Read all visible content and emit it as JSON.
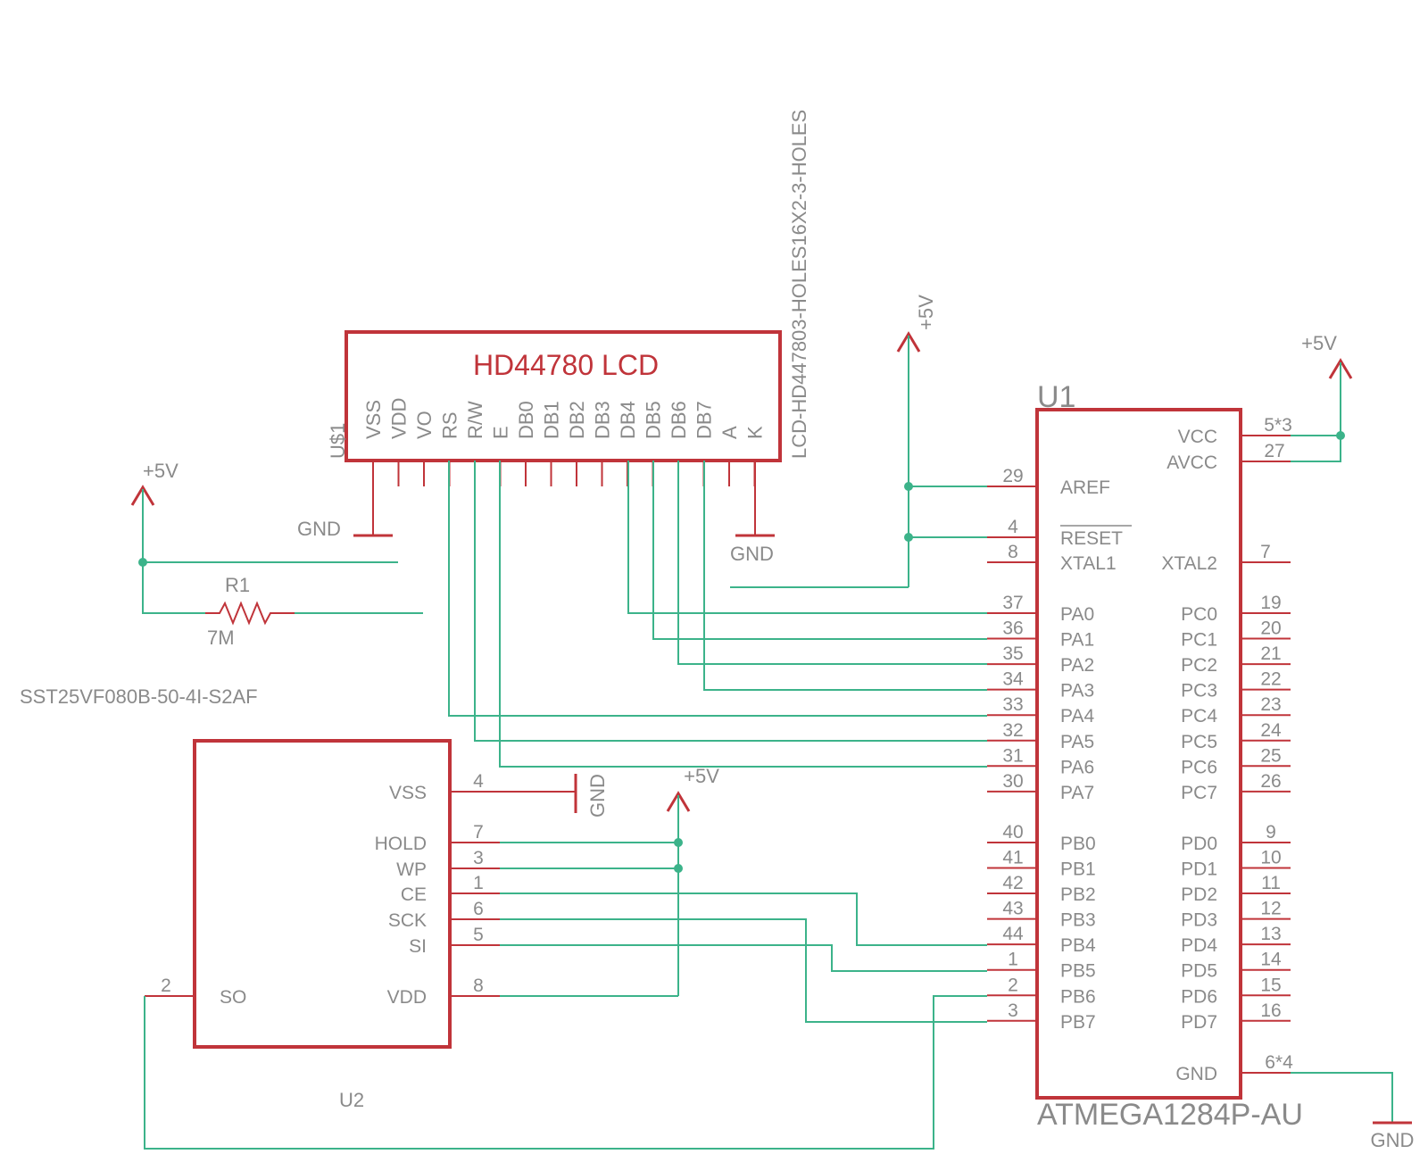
{
  "lcd": {
    "title": "HD44780 LCD",
    "refdes": "U$1",
    "part": "LCD-HD447803-HOLES16X2-3-HOLES",
    "pins": [
      "VSS",
      "VDD",
      "VO",
      "RS",
      "R/W",
      "E",
      "DB0",
      "DB1",
      "DB2",
      "DB3",
      "DB4",
      "DB5",
      "DB6",
      "DB7",
      "A",
      "K"
    ]
  },
  "mcu": {
    "refdes": "U1",
    "part": "ATMEGA1284P-AU",
    "aref": {
      "name": "AREF",
      "num": "29"
    },
    "reset": {
      "name": "RESET",
      "num": "4"
    },
    "xtal1": {
      "name": "XTAL1",
      "num": "8"
    },
    "xtal2": {
      "name": "XTAL2",
      "num": "7"
    },
    "vcc": {
      "name": "VCC",
      "num": "5*3"
    },
    "avcc": {
      "name": "AVCC",
      "num": "27"
    },
    "gnd": {
      "name": "GND",
      "num": "6*4"
    },
    "left_pins": [
      {
        "name": "PA0",
        "num": "37"
      },
      {
        "name": "PA1",
        "num": "36"
      },
      {
        "name": "PA2",
        "num": "35"
      },
      {
        "name": "PA3",
        "num": "34"
      },
      {
        "name": "PA4",
        "num": "33"
      },
      {
        "name": "PA5",
        "num": "32"
      },
      {
        "name": "PA6",
        "num": "31"
      },
      {
        "name": "PA7",
        "num": "30"
      },
      {
        "name": "PB0",
        "num": "40"
      },
      {
        "name": "PB1",
        "num": "41"
      },
      {
        "name": "PB2",
        "num": "42"
      },
      {
        "name": "PB3",
        "num": "43"
      },
      {
        "name": "PB4",
        "num": "44"
      },
      {
        "name": "PB5",
        "num": "1"
      },
      {
        "name": "PB6",
        "num": "2"
      },
      {
        "name": "PB7",
        "num": "3"
      }
    ],
    "right_pins": [
      {
        "name": "PC0",
        "num": "19"
      },
      {
        "name": "PC1",
        "num": "20"
      },
      {
        "name": "PC2",
        "num": "21"
      },
      {
        "name": "PC3",
        "num": "22"
      },
      {
        "name": "PC4",
        "num": "23"
      },
      {
        "name": "PC5",
        "num": "24"
      },
      {
        "name": "PC6",
        "num": "25"
      },
      {
        "name": "PC7",
        "num": "26"
      },
      {
        "name": "PD0",
        "num": "9"
      },
      {
        "name": "PD1",
        "num": "10"
      },
      {
        "name": "PD2",
        "num": "11"
      },
      {
        "name": "PD3",
        "num": "12"
      },
      {
        "name": "PD4",
        "num": "13"
      },
      {
        "name": "PD5",
        "num": "14"
      },
      {
        "name": "PD6",
        "num": "15"
      },
      {
        "name": "PD7",
        "num": "16"
      }
    ]
  },
  "flash": {
    "refdes": "U2",
    "part": "SST25VF080B-50-4I-S2AF",
    "pins": [
      {
        "name": "VSS",
        "num": "4"
      },
      {
        "name": "HOLD",
        "num": "7"
      },
      {
        "name": "WP",
        "num": "3"
      },
      {
        "name": "CE",
        "num": "1"
      },
      {
        "name": "SCK",
        "num": "6"
      },
      {
        "name": "SI",
        "num": "5"
      },
      {
        "name": "VDD",
        "num": "8"
      },
      {
        "name": "SO",
        "num": "2"
      }
    ]
  },
  "resistor": {
    "refdes": "R1",
    "value": "7M"
  },
  "power": {
    "plus5v": "+5V",
    "gnd": "GND"
  }
}
